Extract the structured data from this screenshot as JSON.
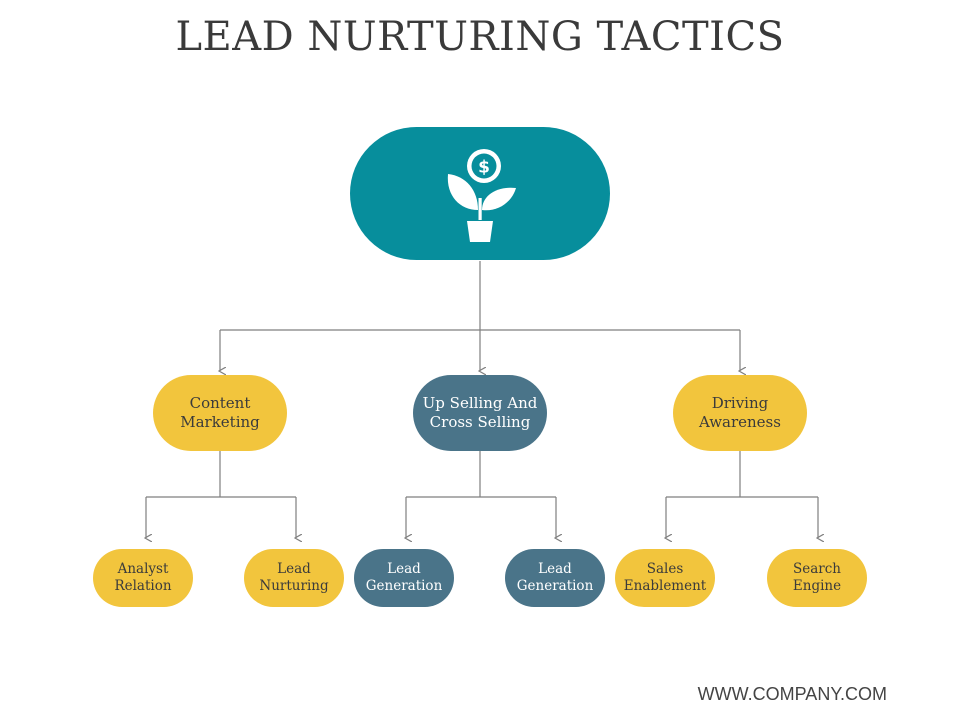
{
  "title": "LEAD NURTURING TACTICS",
  "root": {
    "icon": "plant-dollar-icon",
    "color": "#078e9c"
  },
  "colors": {
    "yellow": "#f2c53d",
    "slate": "#4a7489",
    "connector": "#7f7f7f"
  },
  "branches": [
    {
      "label": "Content\nMarketing",
      "children": [
        {
          "label": "Analyst\nRelation"
        },
        {
          "label": "Lead\nNurturing"
        }
      ]
    },
    {
      "label": "Up Selling And\nCross Selling",
      "children": [
        {
          "label": "Lead\nGeneration"
        },
        {
          "label": "Lead\nGeneration"
        }
      ]
    },
    {
      "label": "Driving\nAwareness",
      "children": [
        {
          "label": "Sales\nEnablement"
        },
        {
          "label": "Search\nEngine"
        }
      ]
    }
  ],
  "footer": "WWW.COMPANY.COM"
}
